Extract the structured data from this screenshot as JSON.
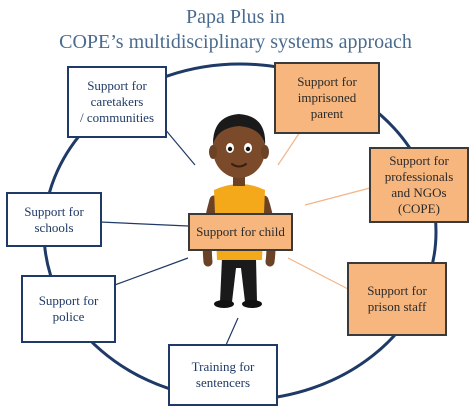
{
  "title": {
    "line1": "Papa Plus in",
    "line2": "COPE’s multidisciplinary systems approach"
  },
  "center": {
    "label": "Support for child"
  },
  "nodes": {
    "caretakers": "Support for\ncaretakers\n/ communities",
    "schools": "Support for\nschools",
    "police": "Support for\npolice",
    "training": "Training for\nsentencers",
    "imprisoned": "Support for\nimprisoned\nparent",
    "professionals": "Support for\nprofessionals\nand NGOs\n(COPE)",
    "prison_staff": "Support for\nprison staff"
  },
  "colors": {
    "title": "#4a6a8f",
    "circle": "#1f3a66",
    "orange_fill": "#f7b67e",
    "white_box_border": "#1f3a66"
  },
  "illustration": "boy-figure"
}
